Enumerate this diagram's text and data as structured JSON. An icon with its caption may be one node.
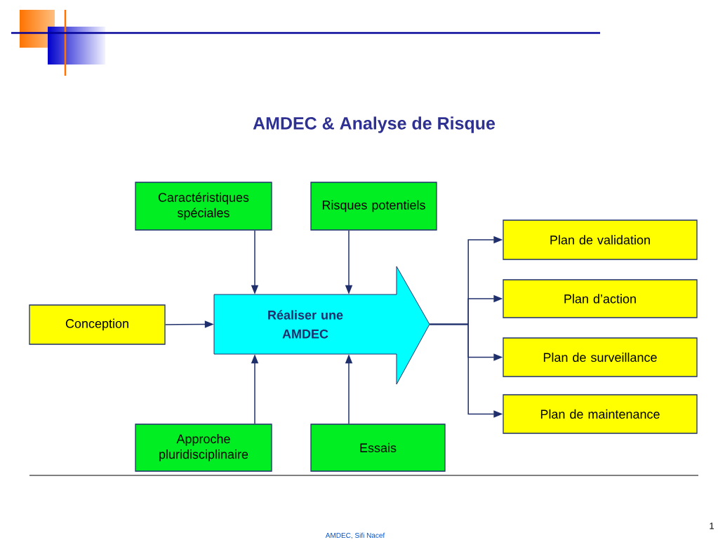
{
  "diagram": {
    "title": "AMDEC & Analyse de Risque",
    "nodes": [
      {
        "text": [
          "Caractéristiques spéciales"
        ]
      },
      {
        "text": [
          "Risques potentiels"
        ]
      },
      {
        "text": [
          "Conception"
        ]
      },
      {
        "text": [
          "Réaliser une AMDEC"
        ]
      },
      {
        "text": [
          "Plan de validation"
        ]
      },
      {
        "text": [
          "Plan d’action"
        ]
      },
      {
        "text": [
          "Plan de surveillance"
        ]
      },
      {
        "text": [
          "Plan de maintenance"
        ]
      },
      {
        "text": [
          "Approche pluridisciplinaire"
        ]
      },
      {
        "text": [
          "Essais"
        ]
      }
    ],
    "edges": [
      {
        "from": 0,
        "to": 3,
        "arrow": "to"
      },
      {
        "from": 1,
        "to": 3,
        "arrow": "to"
      },
      {
        "from": 2,
        "to": 3,
        "arrow": "to"
      },
      {
        "from": 8,
        "to": 3,
        "arrow": "to"
      },
      {
        "from": 9,
        "to": 3,
        "arrow": "to"
      },
      {
        "from": 3,
        "to": 4,
        "arrow": "to"
      },
      {
        "from": 3,
        "to": 5,
        "arrow": "to"
      },
      {
        "from": 3,
        "to": 6,
        "arrow": "to"
      },
      {
        "from": 3,
        "to": 7,
        "arrow": "to"
      }
    ],
    "labels": [
      "AMDEC, Sifi Nacef",
      "1"
    ]
  }
}
